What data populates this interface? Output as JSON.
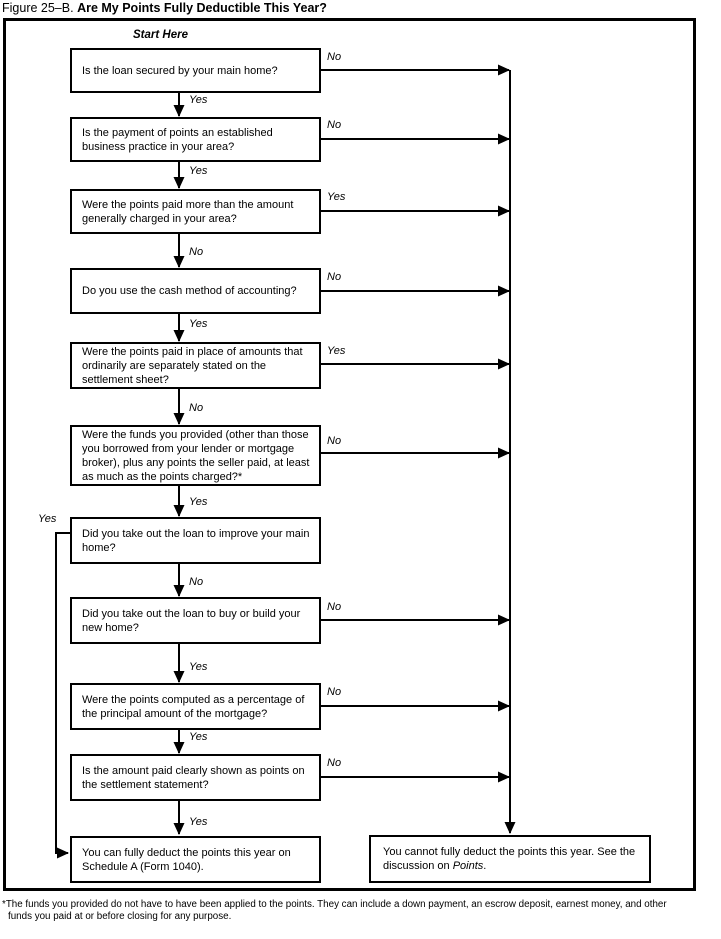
{
  "title": {
    "prefix": "Figure 25–B.",
    "heading": "Are My Points Fully Deductible This Year?"
  },
  "start_label": "Start Here",
  "nodes": [
    {
      "text": "Is the loan secured by your main home?",
      "down_label": "Yes",
      "right_label": "No"
    },
    {
      "text": "Is the payment of points an established business practice in your area?",
      "down_label": "Yes",
      "right_label": "No"
    },
    {
      "text": "Were the points paid more than the amount generally charged in your area?",
      "down_label": "No",
      "right_label": "Yes"
    },
    {
      "text": "Do you use the cash method of accounting?",
      "down_label": "Yes",
      "right_label": "No"
    },
    {
      "text": "Were the points paid in place of amounts that ordinarily are separately stated on the settlement sheet?",
      "down_label": "No",
      "right_label": "Yes"
    },
    {
      "text": "Were the funds you provided (other than those you borrowed from your lender or mortgage broker), plus any points the seller paid, at least as much as the points charged?*",
      "down_label": "Yes",
      "right_label": "No"
    },
    {
      "text": "Did you take out the loan to improve your main home?",
      "down_label": "No",
      "left_label": "Yes"
    },
    {
      "text": "Did you take out the loan to buy or build your new home?",
      "down_label": "Yes",
      "right_label": "No"
    },
    {
      "text": "Were the points computed as a percentage of the principal amount of the mortgage?",
      "down_label": "Yes",
      "right_label": "No"
    },
    {
      "text": "Is the amount paid clearly shown as points on the settlement statement?",
      "down_label": "Yes",
      "right_label": "No"
    }
  ],
  "results": {
    "deductible": {
      "text": "You can fully deduct the points this year on Schedule A (Form 1040)."
    },
    "not_deductible": {
      "text_before": "You cannot fully deduct the points this year. See the discussion on ",
      "italic_text": "Points",
      "text_after": "."
    }
  },
  "footnote": {
    "line1": "*The funds you provided do not have to have been applied to the points. They can include a down payment, an escrow deposit, earnest money, and other",
    "line2": "funds you paid at or before closing for any purpose."
  },
  "colors": {
    "line": "#000000",
    "background": "#ffffff"
  }
}
